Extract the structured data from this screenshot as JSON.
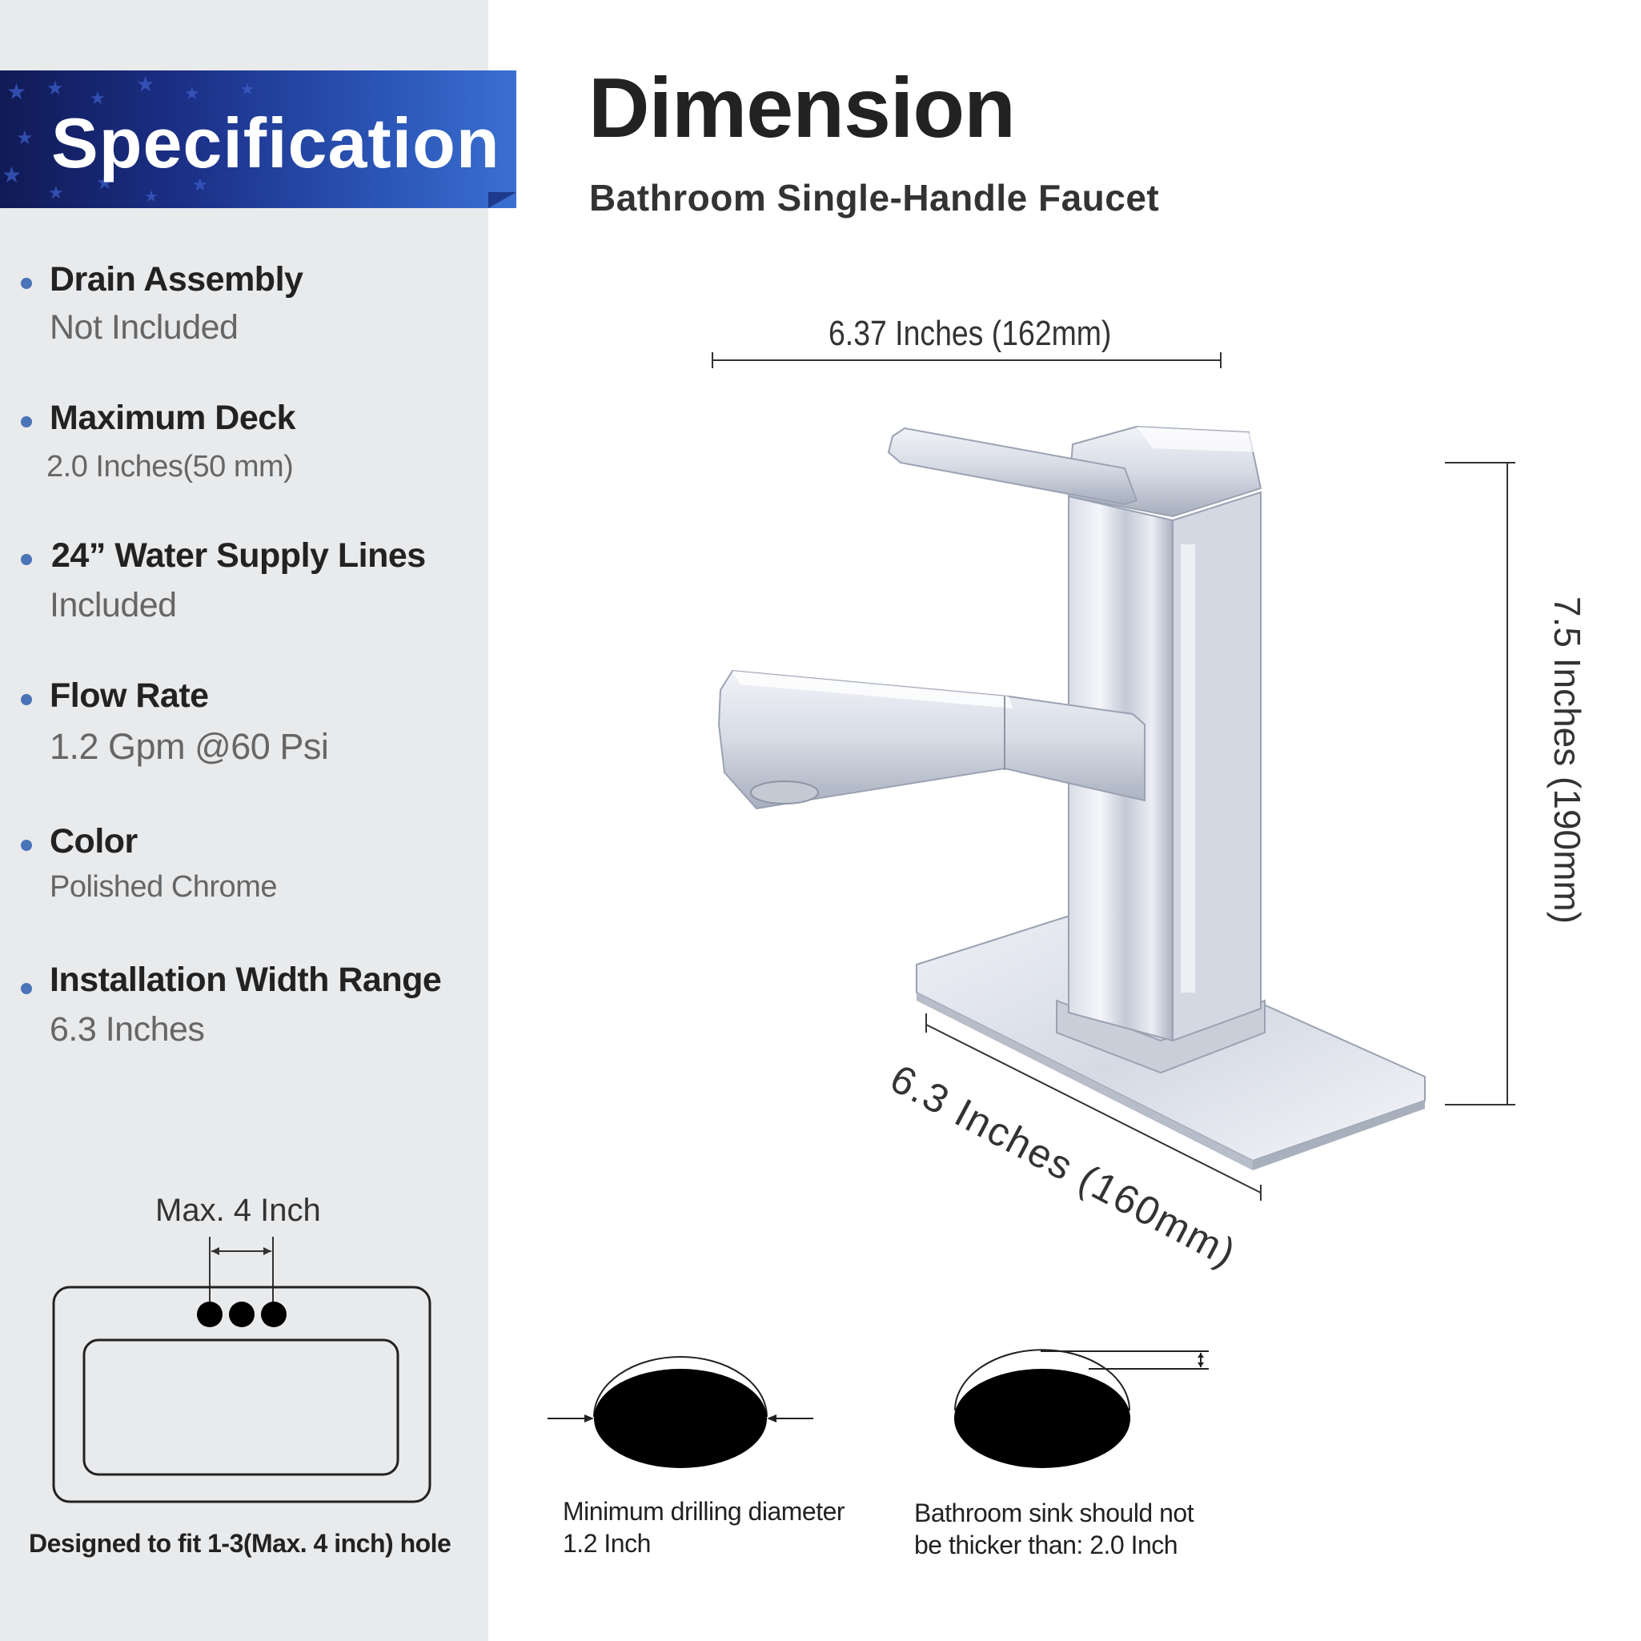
{
  "banner": {
    "title": "Specification"
  },
  "specs": [
    {
      "label": "Drain Assembly",
      "value": "Not Included"
    },
    {
      "label": "Maximum Deck",
      "value": "2.0 Inches(50 mm)"
    },
    {
      "label": "24” Water Supply Lines",
      "value": "Included"
    },
    {
      "label": "Flow Rate",
      "value": "1.2 Gpm @60 Psi"
    },
    {
      "label": "Color",
      "value": "Polished Chrome"
    },
    {
      "label": "Installation Width Range",
      "value": "6.3 Inches"
    }
  ],
  "dimension": {
    "title": "Dimension",
    "subtitle": "Bathroom Single-Handle Faucet",
    "width_label": "6.37 Inches (162mm)",
    "height_label": "7.5 Inches (190mm)",
    "depth_label": "6.3 Inches (160mm)"
  },
  "sink_diagram": {
    "max_label": "Max. 4 Inch",
    "caption": "Designed to fit 1-3(Max. 4 inch) hole"
  },
  "notes": {
    "drilling_line1": "Minimum drilling diameter",
    "drilling_line2": "1.2 Inch",
    "thickness_line1": "Bathroom sink should not",
    "thickness_line2": "be thicker than: 2.0 Inch"
  },
  "colors": {
    "panel": "#e9eaec",
    "banner_blue": "#2a4fb0",
    "banner_dark": "#0f1b5a",
    "bullet": "#4a74b8"
  }
}
